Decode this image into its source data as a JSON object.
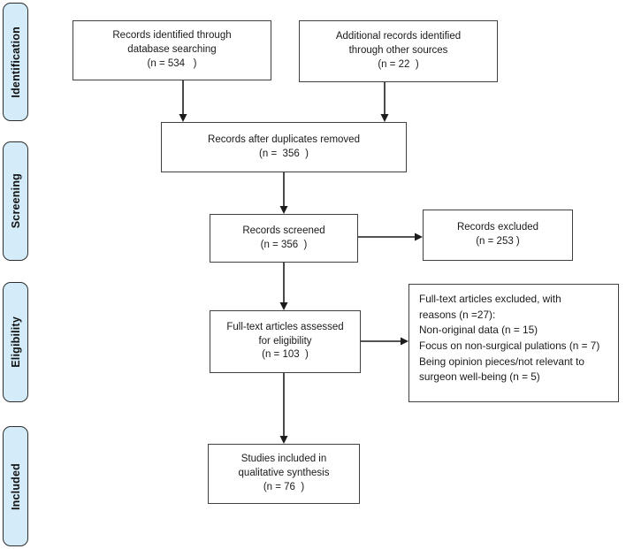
{
  "diagram": {
    "title_semantic": "PRISMA flow diagram",
    "colors": {
      "background": "#ffffff",
      "stage_fill": "#d4ecfa",
      "stage_border": "#2e2e2e",
      "box_border": "#404040",
      "arrow": "#1c1c1c",
      "text": "#1a1a1a"
    },
    "sidebar": {
      "stages": [
        {
          "label": "Identification"
        },
        {
          "label": "Screening"
        },
        {
          "label": "Eligibility"
        },
        {
          "label": "Included"
        }
      ]
    },
    "boxes": {
      "db_search": {
        "lines": [
          "Records identified through",
          "database searching",
          "(n = 534   )"
        ]
      },
      "other_sources": {
        "lines": [
          "Additional records identified",
          "through other sources",
          "(n = 22  )"
        ]
      },
      "duplicates_removed": {
        "lines": [
          "Records after duplicates removed",
          "(n =  356  )"
        ]
      },
      "screened": {
        "lines": [
          "Records screened",
          "(n = 356  )"
        ]
      },
      "records_excluded": {
        "lines": [
          "Records excluded",
          "(n = 253 )"
        ]
      },
      "fulltext_assessed": {
        "lines": [
          "Full-text articles assessed",
          "for eligibility",
          "(n = 103  )"
        ]
      },
      "fulltext_excluded": {
        "lines": [
          "Full-text articles excluded, with",
          "reasons (n =27):",
          "Non-original data (n = 15)",
          "Focus on non-surgical pulations (n = 7)",
          "Being opinion pieces/not relevant to",
          "surgeon well-being (n = 5)"
        ]
      },
      "included_synthesis": {
        "lines": [
          "Studies included in",
          "qualitative synthesis",
          "(n = 76  )"
        ]
      }
    }
  }
}
